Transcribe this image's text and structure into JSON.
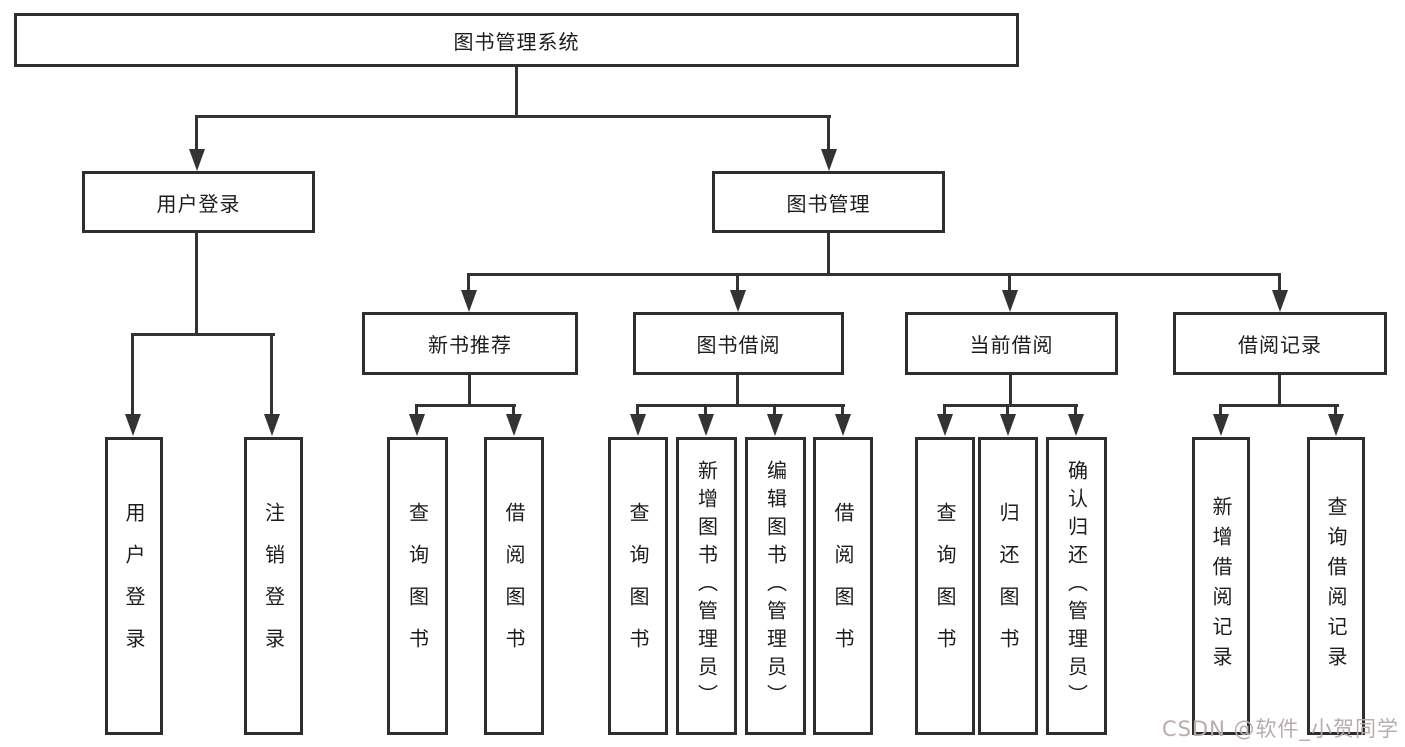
{
  "diagram_type": "tree",
  "tree": {
    "label": "图书管理系统",
    "children": [
      {
        "label": "用户登录",
        "children": [
          {
            "label": "用户登录"
          },
          {
            "label": "注销登录"
          }
        ]
      },
      {
        "label": "图书管理",
        "children": [
          {
            "label": "新书推荐",
            "children": [
              {
                "label": "查询图书"
              },
              {
                "label": "借阅图书"
              }
            ]
          },
          {
            "label": "图书借阅",
            "children": [
              {
                "label": "查询图书"
              },
              {
                "label": "新增图书（管理员）"
              },
              {
                "label": "编辑图书（管理员）"
              },
              {
                "label": "借阅图书"
              }
            ]
          },
          {
            "label": "当前借阅",
            "children": [
              {
                "label": "查询图书"
              },
              {
                "label": "归还图书"
              },
              {
                "label": "确认归还（管理员）"
              }
            ]
          },
          {
            "label": "借阅记录",
            "children": [
              {
                "label": "新增借阅记录"
              },
              {
                "label": "查询借阅记录"
              }
            ]
          }
        ]
      }
    ]
  },
  "watermark": {
    "text": "CSDN @软件_小贺同学"
  },
  "colors": {
    "line": "#333333",
    "border": "#2e2e2e",
    "text": "#1c1c1c",
    "watermark": "#b9acac",
    "background": "#ffffff"
  }
}
